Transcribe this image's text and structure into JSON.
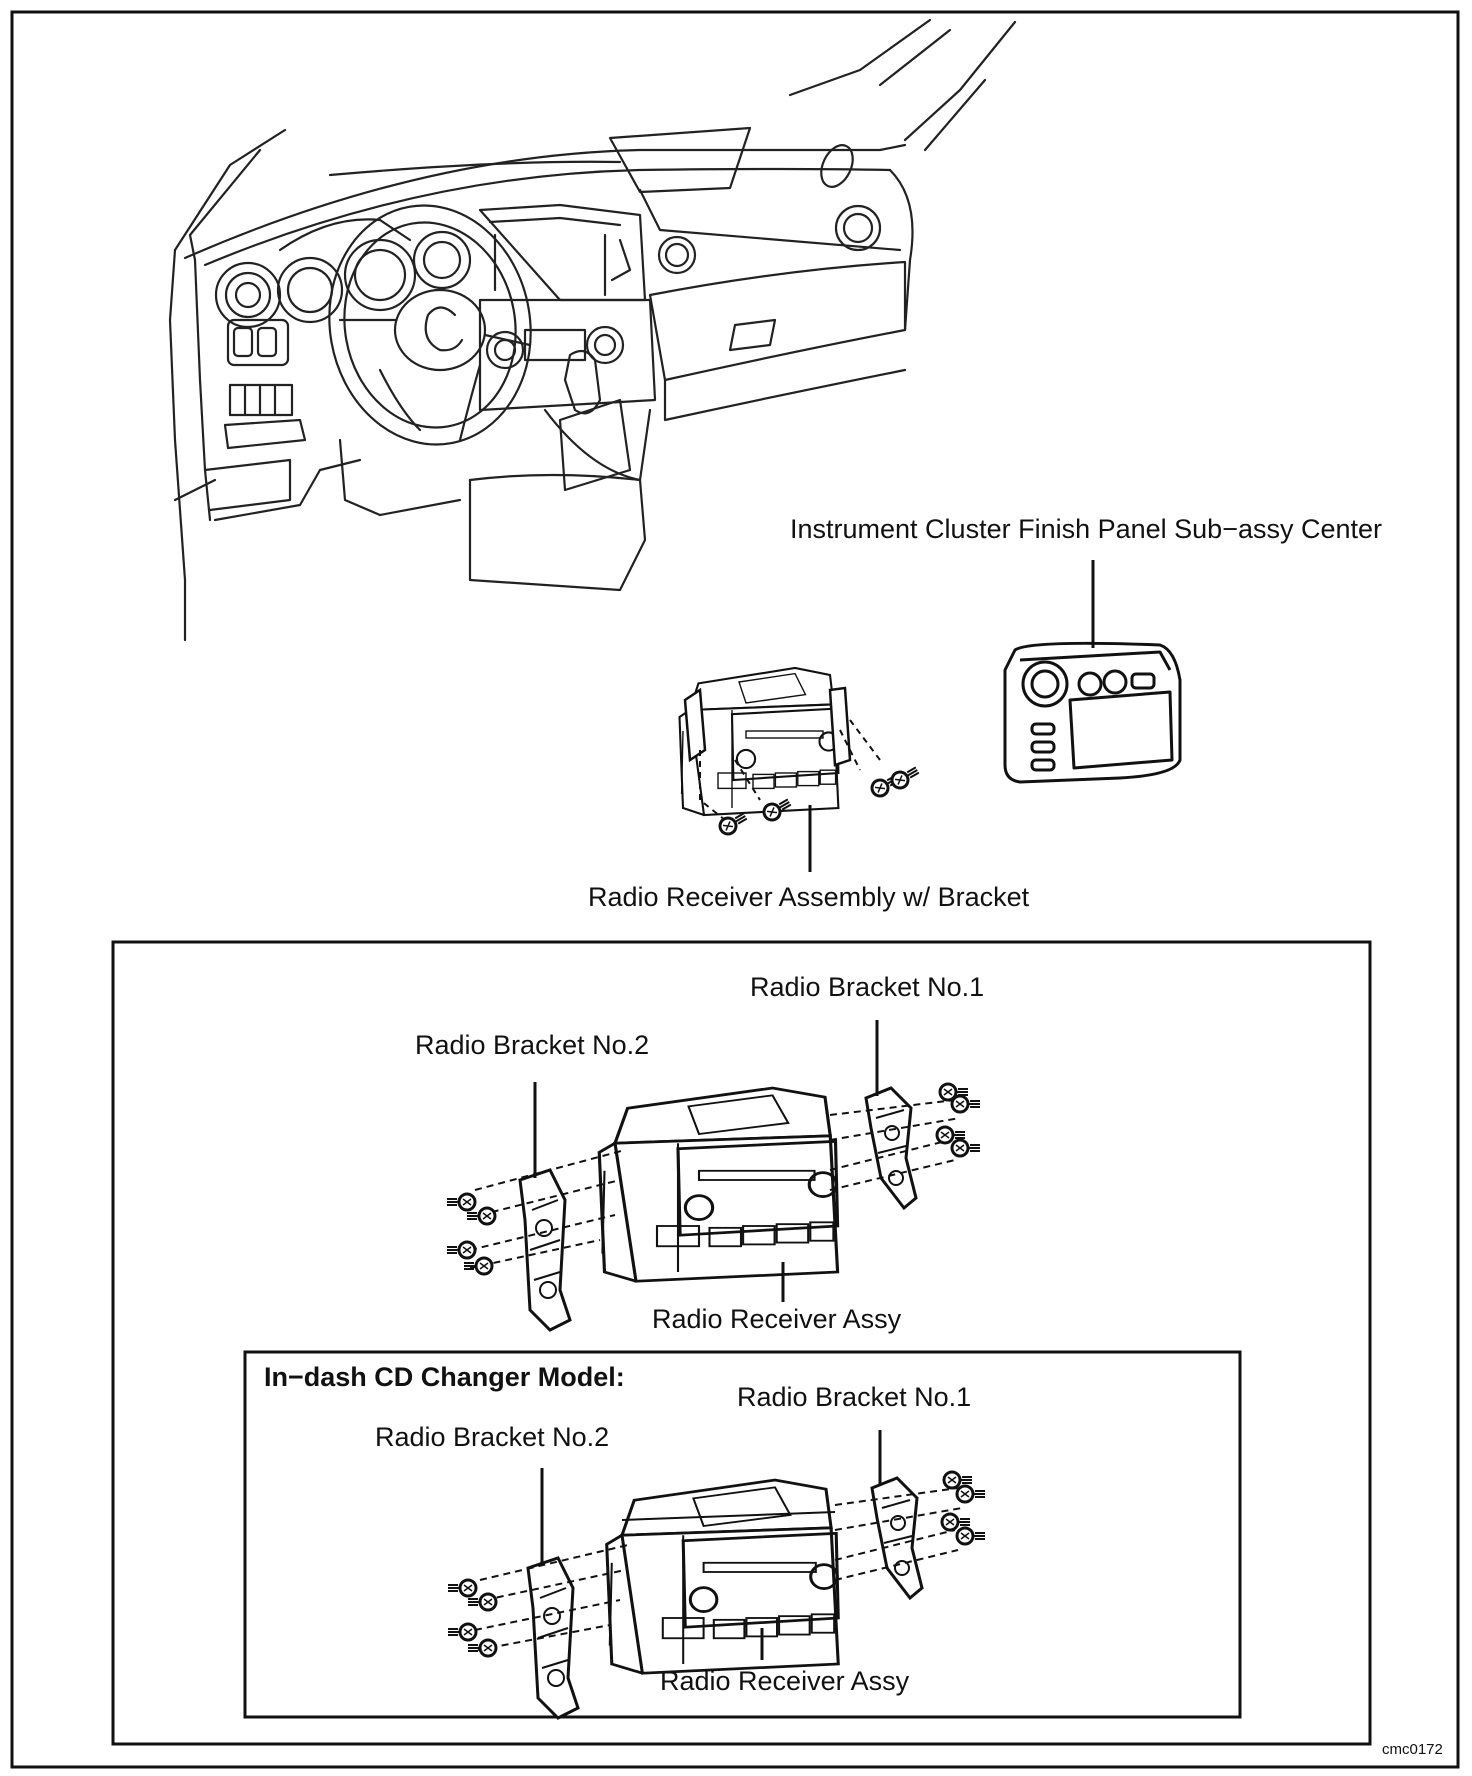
{
  "labels": {
    "finish_panel": "Instrument Cluster Finish Panel Sub−assy Center",
    "receiver_w_bracket": "Radio Receiver Assembly w/ Bracket",
    "bracket1_a": "Radio Bracket No.1",
    "bracket2_a": "Radio Bracket No.2",
    "receiver_a": "Radio Receiver Assy",
    "cd_changer_title": "In−dash CD Changer Model:",
    "bracket1_b": "Radio Bracket No.1",
    "bracket2_b": "Radio Bracket No.2",
    "receiver_b": "Radio Receiver Assy",
    "figure_id": "cmc0172"
  }
}
